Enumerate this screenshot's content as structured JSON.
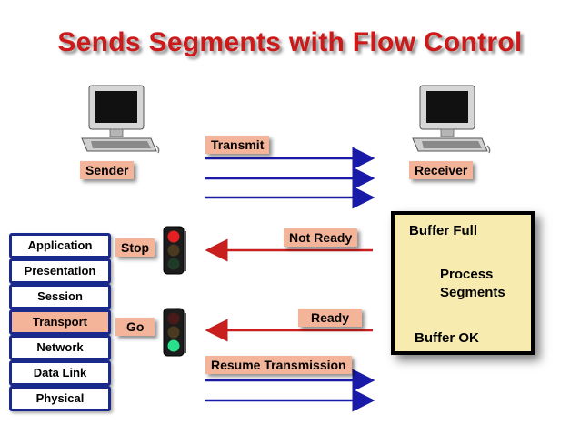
{
  "title": "Sends Segments with Flow Control",
  "sender_label": "Sender",
  "receiver_label": "Receiver",
  "messages": {
    "transmit": "Transmit",
    "not_ready": "Not Ready",
    "ready": "Ready",
    "resume": "Resume Transmission"
  },
  "signals": {
    "stop": "Stop",
    "go": "Go"
  },
  "osi_layers": [
    "Application",
    "Presentation",
    "Session",
    "Transport",
    "Network",
    "Data Link",
    "Physical"
  ],
  "active_layer": "Transport",
  "buffer": {
    "full": "Buffer Full",
    "process_line1": "Process",
    "process_line2": "Segments",
    "ok": "Buffer OK"
  },
  "colors": {
    "title": "#cc1a1a",
    "label_bg": "#f4b49a",
    "forward_arrow": "#1a1aa8",
    "back_arrow": "#c81e1e",
    "buffer_bg": "#f7ebb0",
    "layer_border": "#1a2a8c"
  },
  "icons": {
    "sender": "computer-icon",
    "receiver": "computer-icon",
    "stop": "traffic-light-red-icon",
    "go": "traffic-light-green-icon"
  }
}
